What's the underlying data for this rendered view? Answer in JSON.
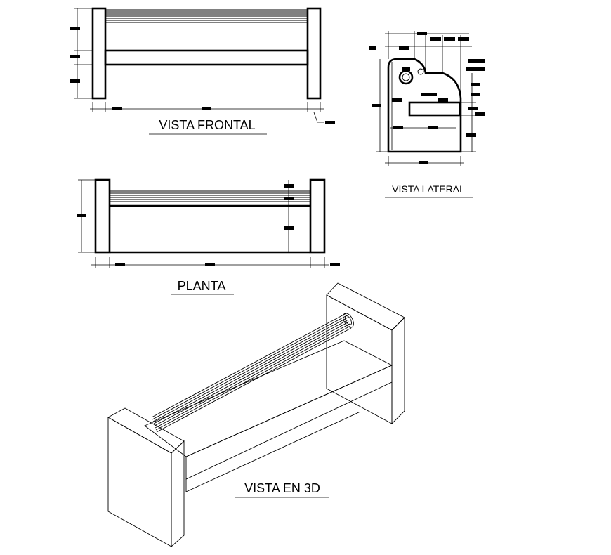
{
  "views": {
    "front": {
      "title": "VISTA FRONTAL"
    },
    "side": {
      "title": "VISTA LATERAL"
    },
    "plan": {
      "title": "PLANTA"
    },
    "iso": {
      "title": "VISTA EN 3D"
    }
  },
  "colors": {
    "line": "#000000",
    "background": "#ffffff"
  }
}
